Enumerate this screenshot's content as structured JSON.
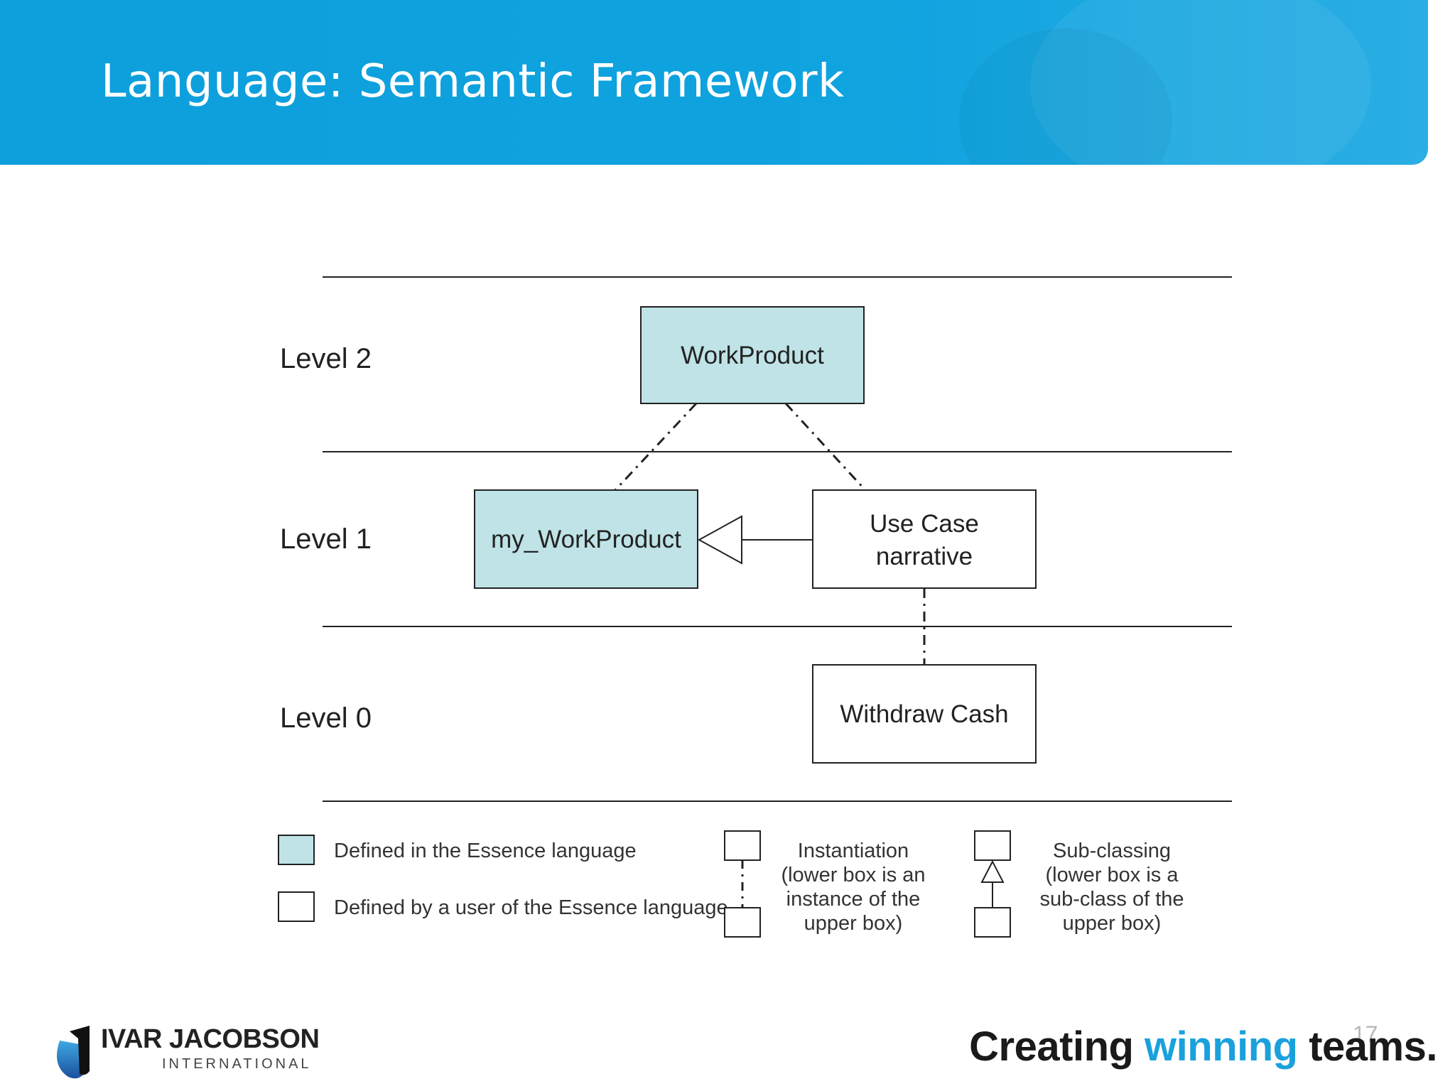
{
  "slide": {
    "title": "Language: Semantic Framework",
    "page_number": "17"
  },
  "diagram": {
    "levels": [
      "Level 2",
      "Level 1",
      "Level 0"
    ],
    "boxes": {
      "workproduct": "WorkProduct",
      "my_workproduct": "my_WorkProduct",
      "use_case_line1": "Use Case",
      "use_case_line2": "narrative",
      "withdraw_cash": "Withdraw Cash"
    },
    "legend": {
      "defined_essence": "Defined in the Essence language",
      "defined_user": "Defined by a user of the Essence language",
      "instantiation": [
        "Instantiation",
        "(lower box is an",
        "instance of the",
        "upper box)"
      ],
      "subclassing": [
        "Sub-classing",
        "(lower box is a",
        "sub-class of the",
        "upper box)"
      ]
    },
    "colors": {
      "essence_fill": "#bfe3e6",
      "user_fill": "#ffffff",
      "line": "#222222"
    }
  },
  "footer": {
    "logo_name": "IVAR JACOBSON",
    "logo_sub": "INTERNATIONAL",
    "tagline_part1": "Creating ",
    "tagline_accent": "winning",
    "tagline_part2": " teams."
  },
  "theme": {
    "header_color": "#0fa3df",
    "accent_color": "#1aa1dc"
  }
}
